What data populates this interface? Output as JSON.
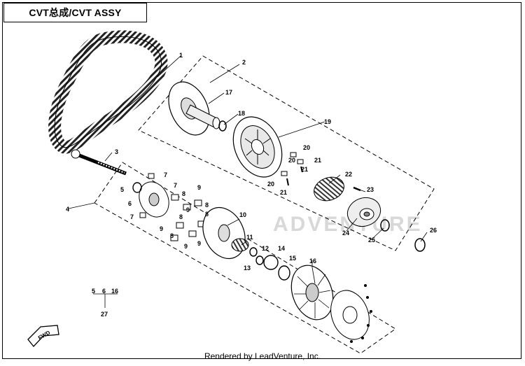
{
  "title": "CVT总成/CVT ASSY",
  "footer": "Rendered by LeadVenture, Inc.",
  "watermark": "ADVENTURE",
  "callouts": [
    "1",
    "2",
    "3",
    "4",
    "5",
    "6",
    "7",
    "7",
    "7",
    "8",
    "8",
    "8",
    "8",
    "8",
    "9",
    "9",
    "9",
    "9",
    "9",
    "10",
    "11",
    "12",
    "13",
    "14",
    "15",
    "16",
    "17",
    "18",
    "19",
    "20",
    "20",
    "20",
    "21",
    "21",
    "21",
    "22",
    "23",
    "24",
    "25",
    "26"
  ],
  "legend": {
    "items": [
      "5",
      "6",
      "16"
    ],
    "total": "27"
  },
  "fwd_label": "FWD"
}
